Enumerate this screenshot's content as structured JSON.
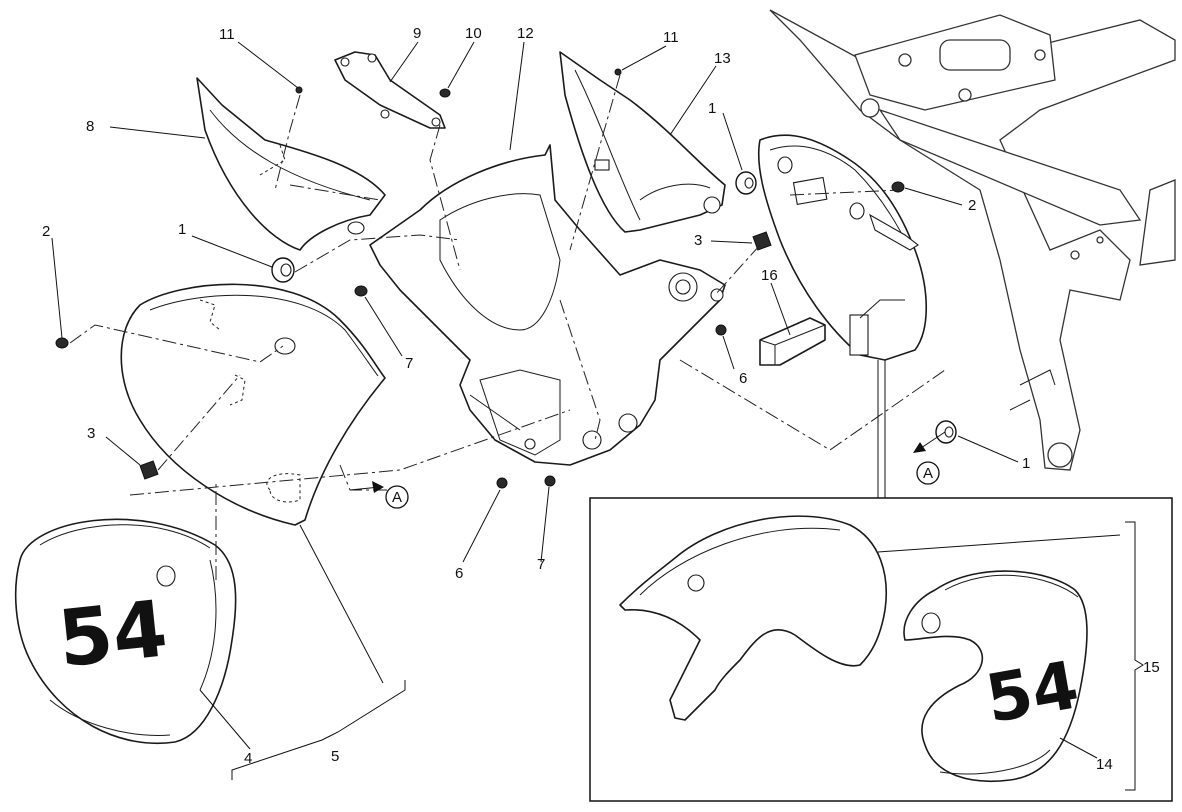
{
  "callouts": {
    "c1a": "1",
    "c1b": "1",
    "c1c": "1",
    "c2a": "2",
    "c2b": "2",
    "c3a": "3",
    "c3b": "3",
    "c4": "4",
    "c5": "5",
    "c6a": "6",
    "c6b": "6",
    "c7a": "7",
    "c7b": "7",
    "c8": "8",
    "c9": "9",
    "c10": "10",
    "c11a": "11",
    "c11b": "11",
    "c12": "12",
    "c13": "13",
    "c14": "14",
    "c15": "15",
    "c16": "16"
  },
  "reference_marks": {
    "left": "A",
    "right": "A"
  },
  "number_decal": {
    "main": "54",
    "inset": "54"
  }
}
